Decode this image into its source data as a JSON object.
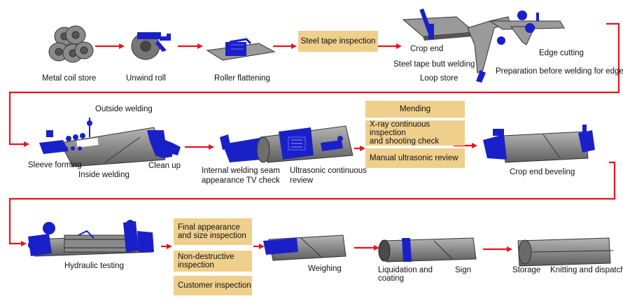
{
  "colors": {
    "arrow": "#e8141b",
    "machine_blue": "#1a20c8",
    "pipe_gray": "#8f8f8f",
    "inspection_box": "#efcf8c",
    "text": "#111111"
  },
  "labels": {
    "metal_coil_store": "Metal coil store",
    "unwind_roll": "Unwind roll",
    "roller_flattening": "Roller flattening",
    "steel_tape_inspection": "Steel tape inspection",
    "crop_end": "Crop end",
    "steel_tape_butt_welding": "Steel tape butt welding",
    "loop_store": "Loop store",
    "edge_cutting": "Edge cutting",
    "preparation_before_welding": "Preparation before welding for edge",
    "outside_welding": "Outside welding",
    "sleeve_forming": "Sleeve forming",
    "inside_welding": "Inside welding",
    "clean_up": "Clean up",
    "internal_welding_seam_1": "Internal welding seam",
    "internal_welding_seam_2": "appearance TV check",
    "ultrasonic_continuous_1": "Ultrasonic continuous",
    "ultrasonic_continuous_2": "review",
    "mending": "Mending",
    "xray_1": "X-ray continuous inspection",
    "xray_2": "and shooting check",
    "manual_ultrasonic_review": "Manual ultrasonic review",
    "crop_end_beveling": "Crop end beveling",
    "hydraulic_testing": "Hydraulic testing",
    "final_appearance_1": "Final appearance",
    "final_appearance_2": "and size inspection",
    "non_destructive_1": "Non-destructive",
    "non_destructive_2": "inspection",
    "customer_inspection": "Customer inspection",
    "weighing": "Weighing",
    "liquidation_1": "Liquidation and",
    "liquidation_2": "coating",
    "sign": "Sign",
    "storage": "Storage",
    "knitting_and_dispatch": "Knitting and dispatch"
  }
}
